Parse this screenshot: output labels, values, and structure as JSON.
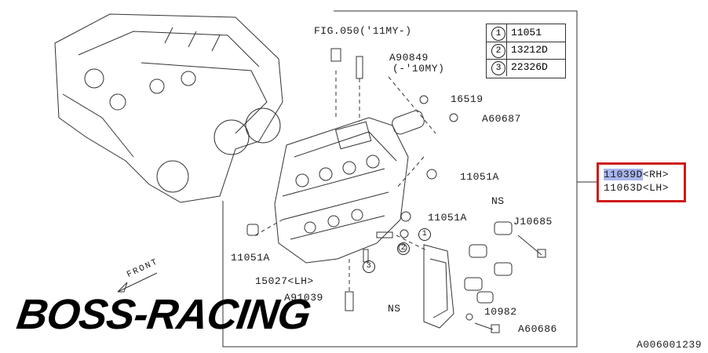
{
  "fig_ref": "FIG.050('11MY-)",
  "legend": [
    {
      "num": "1",
      "part": "11051"
    },
    {
      "num": "2",
      "part": "13212D"
    },
    {
      "num": "3",
      "part": "22326D"
    }
  ],
  "callouts": {
    "a90849": "A90849",
    "a90849_note": "(-'10MY)",
    "p16519": "16519",
    "a60687": "A60687",
    "p11051a_right_top": "11051A",
    "p11051a_right_mid": "11051A",
    "p11051a_left": "11051A",
    "ns_top": "NS",
    "j10685": "J10685",
    "p15027": "15027<LH>",
    "a91039": "A91039",
    "ns_bottom": "NS",
    "p10982": "10982",
    "a60686": "A60686",
    "circle_1": "1",
    "circle_2": "2",
    "circle_3": "3",
    "front": "FRONT"
  },
  "highlight": {
    "rh_part": "11039D",
    "rh_side": "<RH>",
    "lh_part": "11063D",
    "lh_side": "<LH>"
  },
  "brand": "BOSS-RACING",
  "diagram_id": "A006001239",
  "colors": {
    "highlight_border": "#d01a1a",
    "text_highlight": "#a9b6ee"
  }
}
